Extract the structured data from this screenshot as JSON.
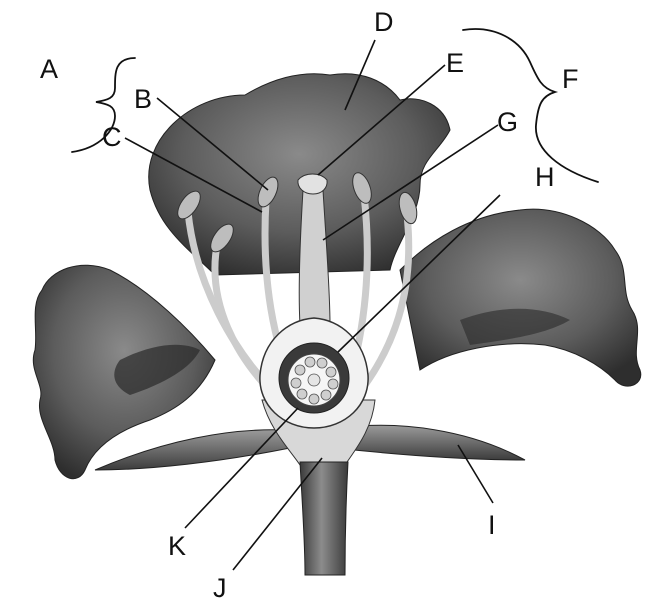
{
  "labels": {
    "A": "A",
    "B": "B",
    "C": "C",
    "D": "D",
    "E": "E",
    "F": "F",
    "G": "G",
    "H": "H",
    "I": "I",
    "J": "J",
    "K": "K"
  }
}
